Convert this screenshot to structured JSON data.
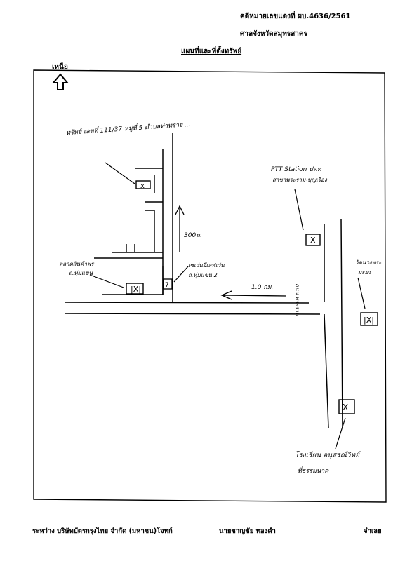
{
  "header": {
    "case_number": "คดีหมายเลขแดงที่ ผบ.4636/2561",
    "court": "ศาลจังหวัดสมุทรสาคร",
    "title": "แผนที่และที่ตั้งทรัพย์"
  },
  "map": {
    "north_label": "เหนือ",
    "labels": {
      "property": "ทรัพย์ เลขที่ 111/37 หมู่ที่ 5 ตำบลท่าทราย ...",
      "ptt": "PTT Station ปตท",
      "ptt_branch": "สาขาพระราม-บุญเรือง",
      "distance_300": "300ม.",
      "market": "ตลาดสินค้าพร",
      "market2": "ถ.ทุ่มแขน",
      "seven": "เซเว่นอีเลฟเว่น",
      "seven2": "ถ.ทุ่มแขน 2",
      "distance_1km": "1.0 กม.",
      "road": "ถนน พระราม",
      "temple": "วัดนางพระ",
      "temple2": "มะยง",
      "hospital": "โรงเรียน อนุสรณ์วิทย์",
      "hospital2": "ที่ธรรมนาค"
    }
  },
  "footer": {
    "between": "ระหว่าง บริษัทบัตรกรุงไทย จำกัด (มหาชน)โจทก์",
    "defendant": "นายชาญชัย ทองคำ",
    "role": "จำเลย"
  }
}
